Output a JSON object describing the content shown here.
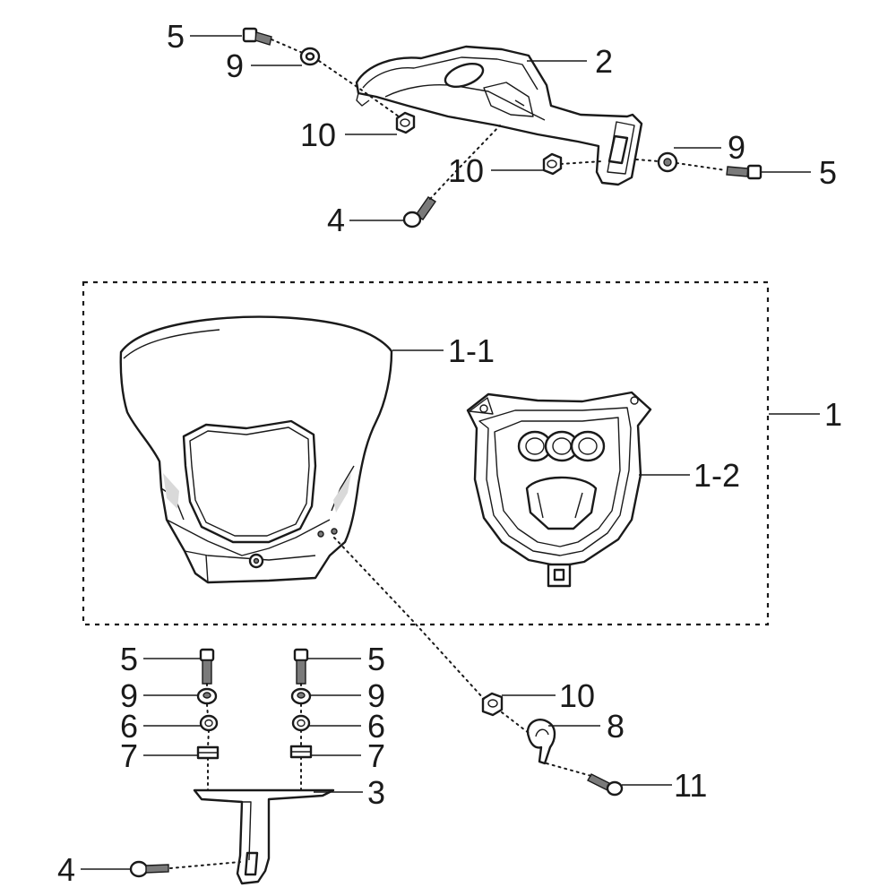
{
  "callouts": {
    "c_5_top_left": "5",
    "c_9_top_left": "9",
    "c_2": "2",
    "c_10_top_left": "10",
    "c_9_top_right": "9",
    "c_10_top_mid": "10",
    "c_5_top_right": "5",
    "c_4_top": "4",
    "c_1_1": "1-1",
    "c_1": "1",
    "c_1_2": "1-2",
    "c_5_bl": "5",
    "c_5_br": "5",
    "c_9_bl": "9",
    "c_9_br": "9",
    "c_10_bottom": "10",
    "c_6_bl": "6",
    "c_6_br": "6",
    "c_8": "8",
    "c_7_bl": "7",
    "c_7_br": "7",
    "c_11": "11",
    "c_3": "3",
    "c_4_bottom": "4"
  }
}
